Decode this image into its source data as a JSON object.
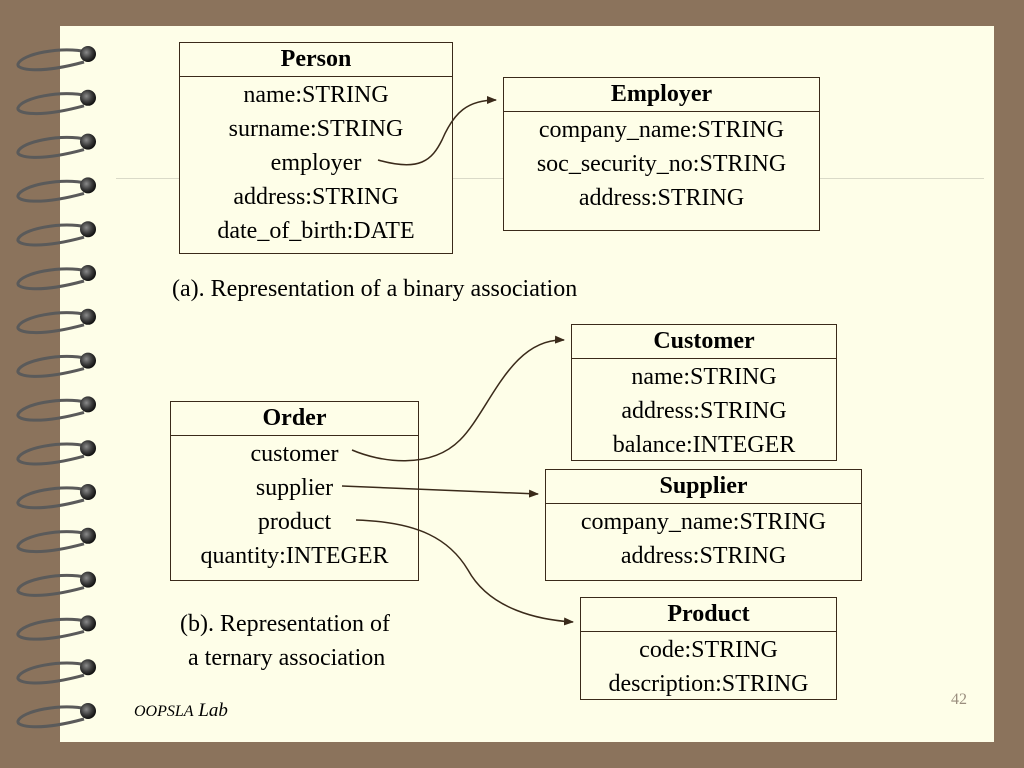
{
  "classes": {
    "person": {
      "name": "Person",
      "attrs": [
        "name:STRING",
        "surname:STRING",
        "employer",
        "address:STRING",
        "date_of_birth:DATE"
      ]
    },
    "employer": {
      "name": "Employer",
      "attrs": [
        "company_name:STRING",
        "soc_security_no:STRING",
        "address:STRING"
      ]
    },
    "customer": {
      "name": "Customer",
      "attrs": [
        "name:STRING",
        "address:STRING",
        "balance:INTEGER"
      ]
    },
    "order": {
      "name": "Order",
      "attrs": [
        "customer",
        "supplier",
        "product",
        "quantity:INTEGER"
      ]
    },
    "supplier": {
      "name": "Supplier",
      "attrs": [
        "company_name:STRING",
        "address:STRING"
      ]
    },
    "product": {
      "name": "Product",
      "attrs": [
        "code:STRING",
        "description:STRING"
      ]
    }
  },
  "captions": {
    "binary": "(a). Representation of a binary association",
    "ternary_line1": "(b). Representation of",
    "ternary_line2": "a ternary association"
  },
  "footer": {
    "lab_name": "OOPSLA",
    "lab_suffix": "Lab",
    "page_number": "42"
  },
  "colors": {
    "background": "#8B735C",
    "page": "#FEFEE8",
    "box_border": "#3A2A1A",
    "arrow": "#3A2A1A"
  }
}
